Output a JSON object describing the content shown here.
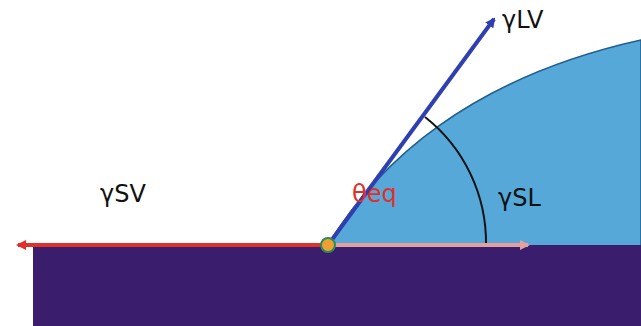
{
  "diagram": {
    "labels": [
      "γLV",
      "γSV",
      "θeq",
      "γSL"
    ]
  }
}
